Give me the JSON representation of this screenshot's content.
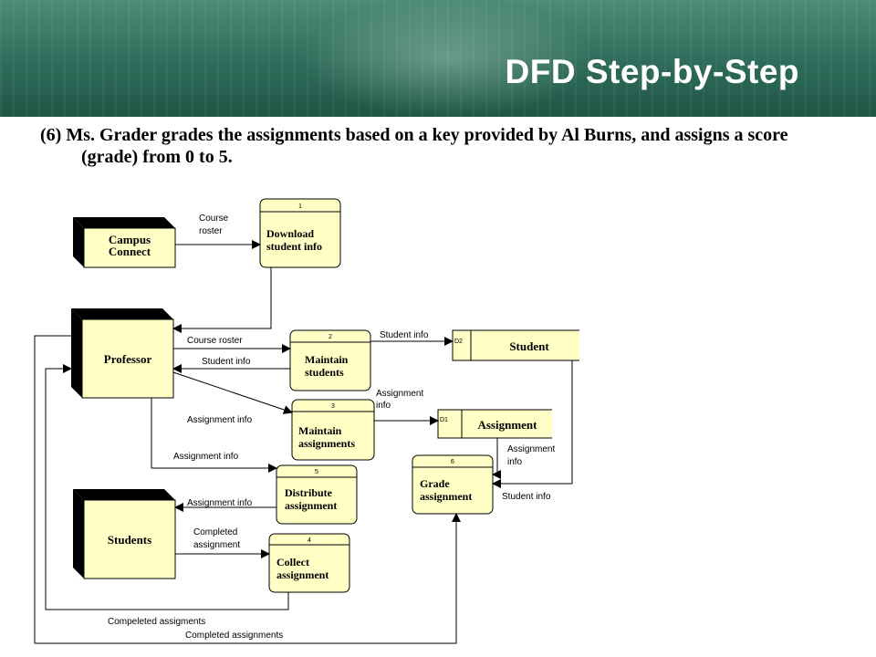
{
  "slide": {
    "title": "DFD Step-by-Step",
    "description": "(6) Ms. Grader grades the assignments based on a key provided by Al Burns, and assigns a score (grade) from 0 to 5."
  },
  "colors": {
    "fill": "#ffffc6",
    "stroke": "#000000",
    "banner": "#2f6b5a"
  },
  "entities": {
    "campus": {
      "line1": "Campus",
      "line2": "Connect"
    },
    "professor": {
      "name": "Professor"
    },
    "students": {
      "name": "Students"
    }
  },
  "processes": {
    "p1": {
      "num": "1",
      "line1": "Download",
      "line2": "student info"
    },
    "p2": {
      "num": "2",
      "line1": "Maintain",
      "line2": "students"
    },
    "p3": {
      "num": "3",
      "line1": "Maintain",
      "line2": "assignments"
    },
    "p5": {
      "num": "5",
      "line1": "Distribute",
      "line2": "assignment"
    },
    "p4": {
      "num": "4",
      "line1": "Collect",
      "line2": "assignment"
    },
    "p6": {
      "num": "6",
      "line1": "Grade",
      "line2": "assignment"
    }
  },
  "stores": {
    "d2": {
      "id": "D2",
      "name": "Student"
    },
    "d1": {
      "id": "D1",
      "name": "Assignment"
    }
  },
  "flows": {
    "f_course_roster_1a": "Course",
    "f_course_roster_1b": "roster",
    "f_course_roster_2": "Course roster",
    "f_student_info_prof": "Student info",
    "f_student_info_d2": "Student info",
    "f_assignment_info_p3": "Assignment info",
    "f_assignment_info_d1a": "Assignment",
    "f_assignment_info_d1b": "info",
    "f_assignment_info_p5": "Assignment info",
    "f_assignment_info_students": "Assignment info",
    "f_completed_a": "Completed",
    "f_completed_b": "assignment",
    "f_assignment_info_p6a": "Assignment",
    "f_assignment_info_p6b": "info",
    "f_student_info_p6": "Student info",
    "f_compeleted_assigments": "Compeleted assigments",
    "f_completed_assignments": "Completed assignments"
  }
}
